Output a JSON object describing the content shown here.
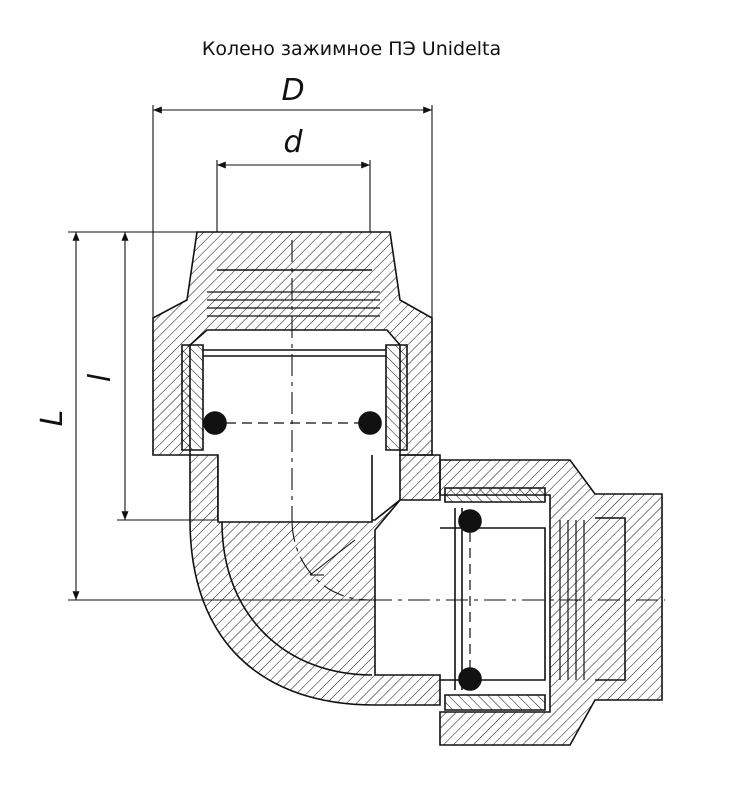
{
  "title": "Колено зажимное ПЭ Unidelta",
  "dimensions": {
    "outer_diameter": "D",
    "inner_diameter": "d",
    "total_length": "L",
    "insertion_length": "l"
  },
  "colors": {
    "line": "#111111",
    "background": "#ffffff"
  }
}
